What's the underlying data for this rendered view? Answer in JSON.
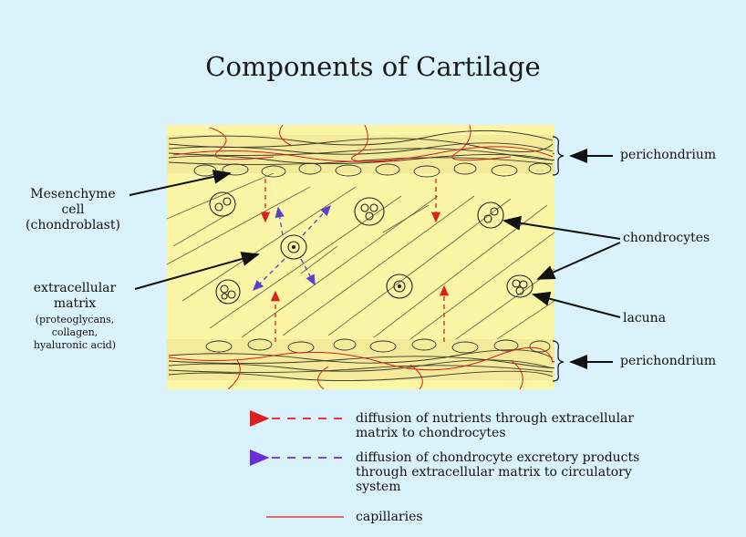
{
  "title": "Components of Cartilage",
  "labels": {
    "perichondrium_top": "perichondrium",
    "perichondrium_bottom": "perichondrium",
    "mesenchyme_1": "Mesenchyme",
    "mesenchyme_2": "cell",
    "mesenchyme_3": "(chondroblast)",
    "extracellular_1": "extracellular",
    "extracellular_2": "matrix",
    "extracellular_3": "(proteoglycans,",
    "extracellular_4": "collagen,",
    "extracellular_5": "hyaluronic acid)",
    "chondrocytes": "chondrocytes",
    "lacuna": "lacuna"
  },
  "legend": [
    {
      "text_1": "diffusion of nutrients through extracellular",
      "text_2": "matrix to chondrocytes",
      "text_3": "",
      "color": "#e02020"
    },
    {
      "text_1": "diffusion of chondrocyte excretory products",
      "text_2": "through extracellular matrix to circulatory",
      "text_3": "system",
      "color": "#5a3fd0"
    },
    {
      "text_1": "capillaries",
      "text_2": "",
      "text_3": "",
      "color": "#d92020"
    }
  ],
  "colors": {
    "background": "#d9f2fb",
    "matrix": "#fbf5a6",
    "nutrient_arrow": "#e02020",
    "excretory_arrow": "#5a3fd0",
    "capillary": "#d92020"
  }
}
